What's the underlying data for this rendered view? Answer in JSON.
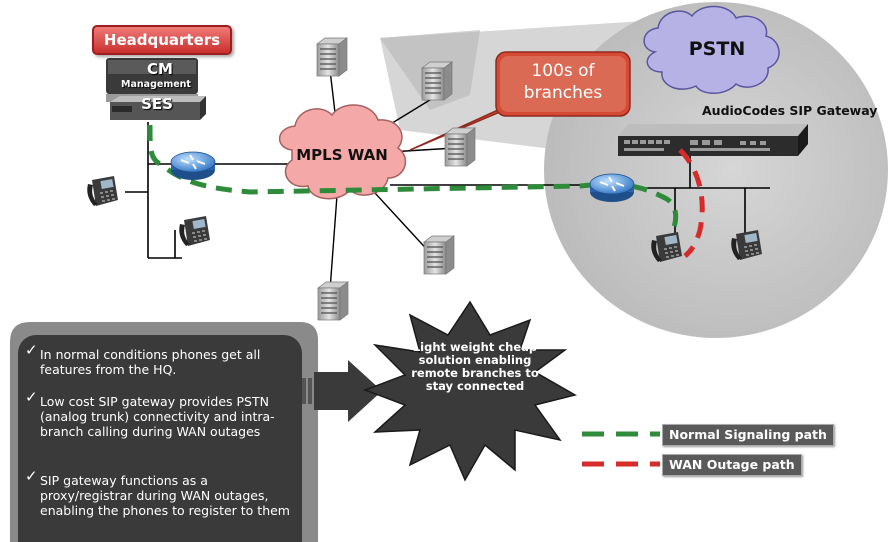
{
  "headquarters": {
    "label": "Headquarters",
    "server_cm": "CM",
    "server_management": "Management",
    "server_ses": "SES"
  },
  "wan": {
    "label": "MPLS WAN"
  },
  "pstn": {
    "label": "PSTN"
  },
  "callout": {
    "line1": "100s  of",
    "line2": "branches"
  },
  "gateway": {
    "label": "AudioCodes SIP Gateway"
  },
  "info_box": {
    "items": [
      "In normal conditions phones get all features from the HQ.",
      "Low cost SIP gateway provides PSTN (analog trunk) connectivity and intra-branch calling during WAN outages",
      "SIP gateway functions as a proxy/registrar during WAN outages, enabling the phones to register to them"
    ]
  },
  "starburst": {
    "text": "Light weight cheap solution enabling remote branches to stay connected"
  },
  "legend": {
    "items": [
      {
        "label": "Normal Signaling path",
        "color": "#2e8b3a"
      },
      {
        "label": "WAN Outage path",
        "color": "#d62b2b"
      }
    ]
  },
  "colors": {
    "normal_path": "#2e8b3a",
    "outage_path": "#d62b2b",
    "cloud_fill": "#f4a9a8",
    "pstn_fill": "#b7b2e6",
    "router_fill": "#4a8fd6",
    "info_box_fill": "#3a3a3a"
  }
}
